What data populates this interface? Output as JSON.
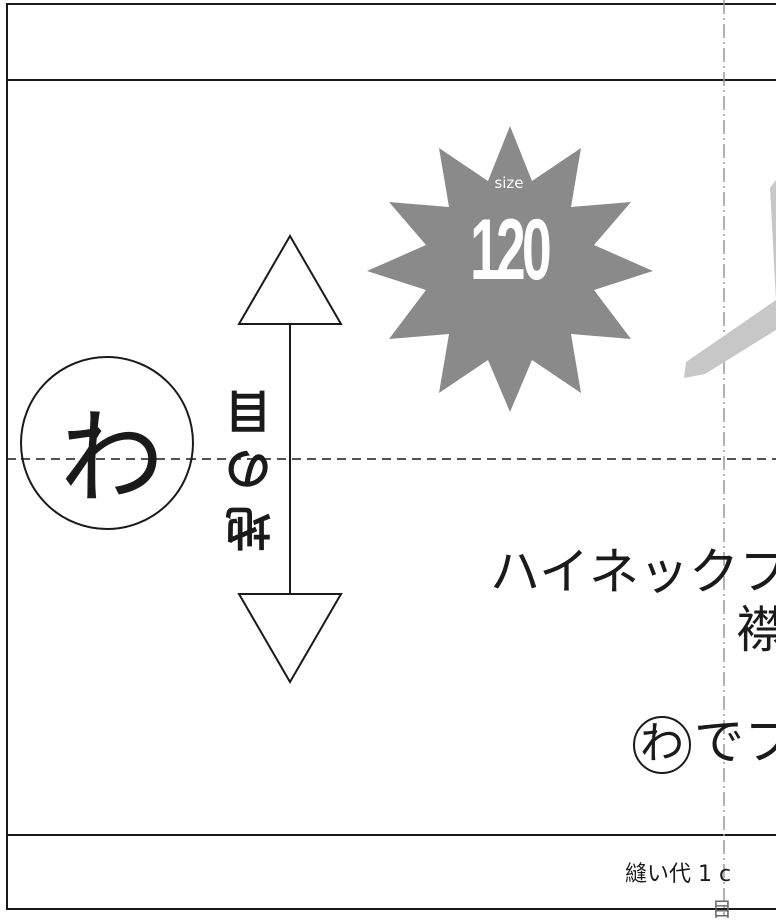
{
  "fold_label": "わ",
  "grain_label": [
    "地",
    "の",
    "目"
  ],
  "size_badge": {
    "label": "size",
    "number": "120"
  },
  "title_lines": [
    "ハイネックフ",
    "襟",
    "でフ"
  ],
  "title_circle_char": "わ",
  "seam_allowance": "縫い代 1 c",
  "bottom_partial": "目",
  "colors": {
    "line": "#1a1a1a",
    "burst": "#8a8a8a",
    "arrow_gray": "#c7c7c7",
    "guide": "#9a9a9a"
  }
}
